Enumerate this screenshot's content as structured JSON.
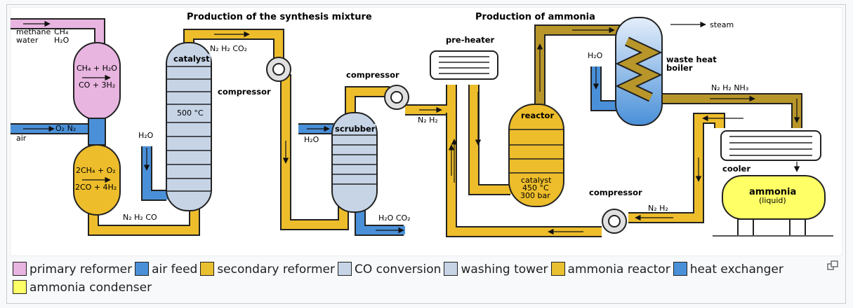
{
  "diagram": {
    "headings": {
      "synthesis": "Production of the synthesis mixture",
      "ammonia": "Production of ammonia"
    },
    "labels": {
      "methane": "methane",
      "water": "water",
      "ch4": "CH₄",
      "h2o_in": "H₂O",
      "air": "air",
      "o2n2": "O₂ N₂",
      "reformer_eq1a": "CH₄ + H₂O",
      "reformer_eq1b": "CO + 3H₂",
      "reformer_eq2a": "2CH₄ + O₂",
      "reformer_eq2b": "2CO + 4H₂",
      "n2h2co": "N₂ H₂ CO",
      "h2o_conv": "H₂O",
      "catalyst": "catalyst",
      "temp500": "500 °C",
      "n2h2co2": "N₂ H₂ CO₂",
      "compressor1": "compressor",
      "h2o_scrub": "H₂O",
      "scrubber": "scrubber",
      "h2o_co2_out": "H₂O  CO₂",
      "compressor2": "compressor",
      "n2h2_mid": "N₂ H₂",
      "preheater": "pre-heater",
      "reactor": "reactor",
      "reactor_cat1": "catalyst",
      "reactor_cat2": "450 °C",
      "reactor_cat3": "300 bar",
      "h2o_boiler": "H₂O",
      "steam": "steam",
      "boiler1": "waste heat",
      "boiler2": "boiler",
      "n2h2nh3": "N₂ H₂ NH₃",
      "cooler": "cooler",
      "compressor3": "compressor",
      "n2h2_return": "N₂ H₂",
      "ammonia": "ammonia",
      "ammonia_sub": "(liquid)"
    }
  },
  "legend": [
    {
      "label": "primary reformer",
      "color": "#e8b4e0"
    },
    {
      "label": "air feed",
      "color": "#4a90d9"
    },
    {
      "label": "secondary reformer",
      "color": "#e8c030"
    },
    {
      "label": "CO conversion",
      "color": "#c6d4e6"
    },
    {
      "label": "washing tower",
      "color": "#c6d4e6"
    },
    {
      "label": "ammonia reactor",
      "color": "#e8c030"
    },
    {
      "label": "heat exchanger",
      "color": "#4a90d9"
    },
    {
      "label": "ammonia condenser",
      "color": "#ffff66"
    }
  ],
  "colors": {
    "pipe_gold": "#edbd2b",
    "pipe_olive": "#b8962a",
    "water_blue": "#4a90d9",
    "steel": "#c6d4e6",
    "pink": "#e8b4e0",
    "yellow": "#ffff66"
  },
  "icons": {
    "enlarge": "enlarge-icon"
  }
}
